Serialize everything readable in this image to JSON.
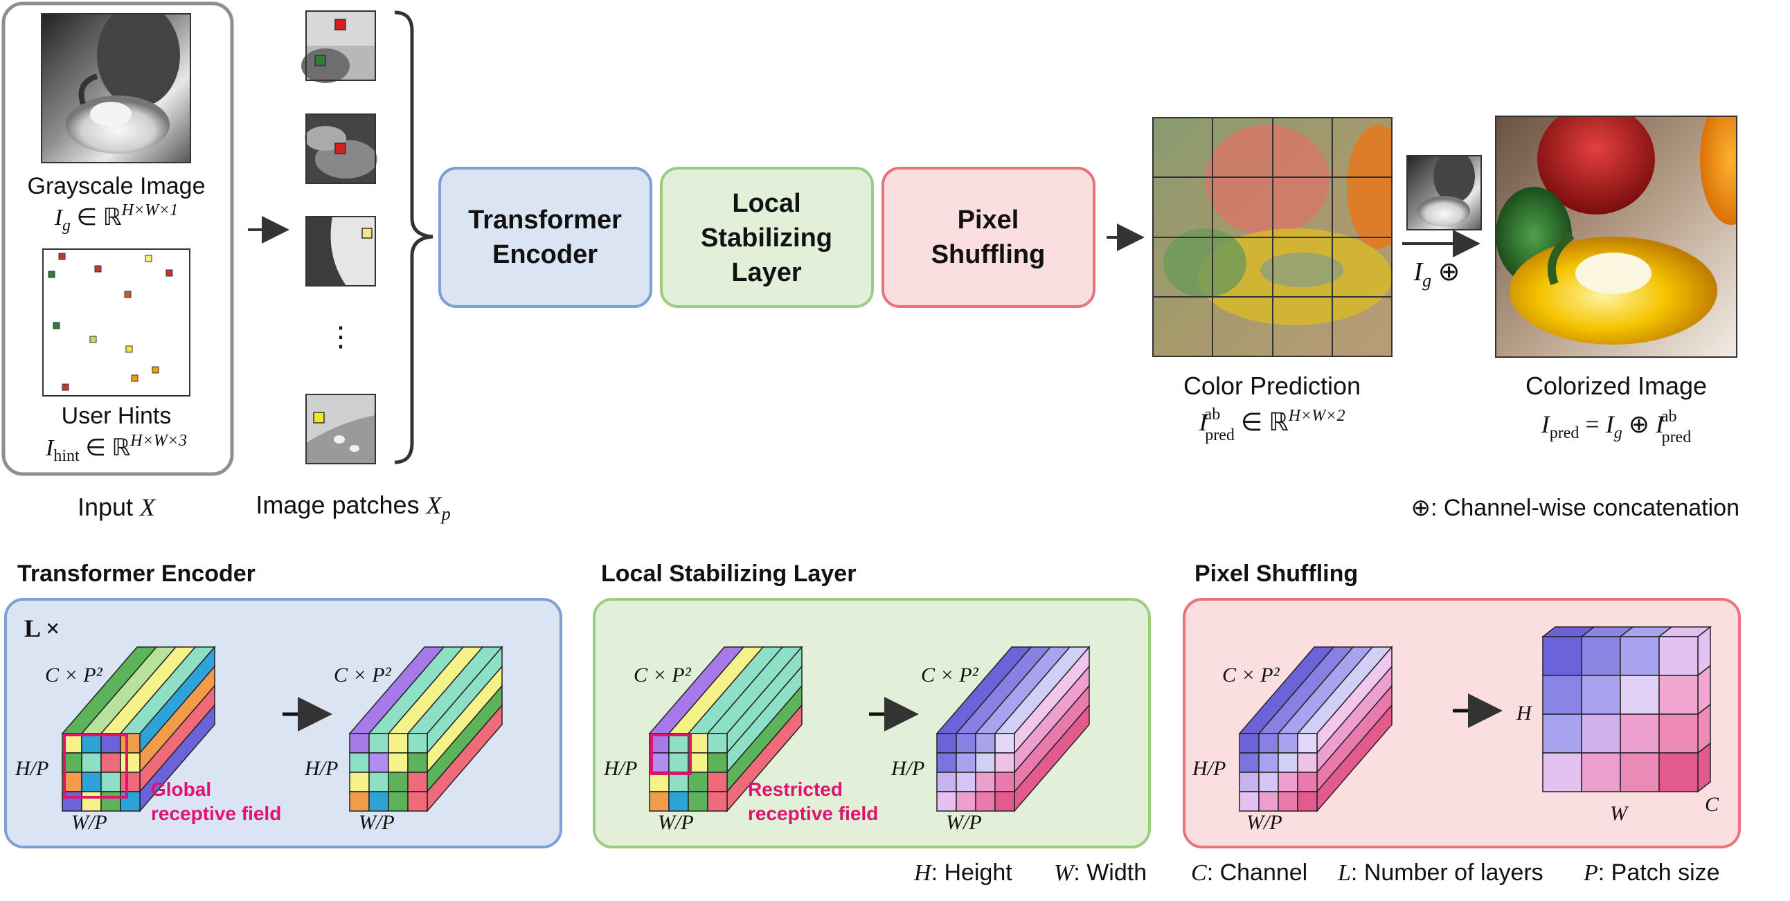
{
  "input": {
    "grayscale_label": "Grayscale Image",
    "grayscale_math": "I_g ∈ ℝ^{H×W×1}",
    "hints_label": "User Hints",
    "hints_math": "I_hint ∈ ℝ^{H×W×3}",
    "caption": "Input X"
  },
  "patches": {
    "caption": "Image patches X_p",
    "ellipsis": "⋮"
  },
  "stages": {
    "encoder": {
      "line1": "Transformer",
      "line2": "Encoder",
      "color": "#dbe4f3",
      "border": "#7c9fd6"
    },
    "lsl": {
      "line1": "Local",
      "line2": "Stabilizing",
      "line3": "Layer",
      "color": "#e2efd9",
      "border": "#9ccd7f"
    },
    "shuffle": {
      "line1": "Pixel",
      "line2": "Shuffling",
      "color": "#fbdfe0",
      "border": "#e8737a"
    }
  },
  "outputs": {
    "prediction_label": "Color Prediction",
    "prediction_math": "I^ab_pred ∈ ℝ^{H×W×2}",
    "concat_label": "I_g ⊕",
    "colorized_label": "Colorized Image",
    "colorized_math": "I_pred = I_g ⊕ I^ab_pred",
    "concat_note": "⊕: Channel-wise concatenation"
  },
  "panels": {
    "encoder": {
      "title": "Transformer Encoder",
      "repeat": "L ×",
      "annotation_1": "Global",
      "annotation_2": "receptive field",
      "color": "#dbe4f3",
      "border": "#7c9fd6"
    },
    "lsl": {
      "title": "Local Stabilizing Layer",
      "annotation_1": "Restricted",
      "annotation_2": "receptive field",
      "color": "#e2efd9",
      "border": "#9ccd7f"
    },
    "shuffle": {
      "title": "Pixel Shuffling",
      "color": "#fbdfe0",
      "border": "#e8737a"
    }
  },
  "dims": {
    "cp2": "C × P²",
    "hp": "H/P",
    "wp": "W/P",
    "h": "H",
    "w": "W",
    "c": "C"
  },
  "legend": [
    {
      "sym": "H",
      "text": ": Height"
    },
    {
      "sym": "W",
      "text": ": Width"
    },
    {
      "sym": "C",
      "text": ": Channel"
    },
    {
      "sym": "L",
      "text": ": Number of layers"
    },
    {
      "sym": "P",
      "text": ": Patch size"
    }
  ]
}
